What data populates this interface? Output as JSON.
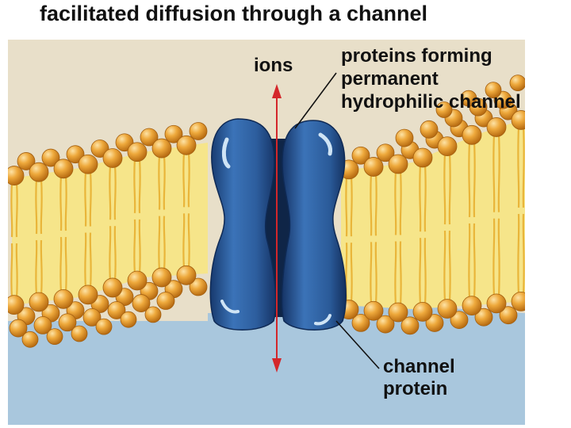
{
  "title": "facilitated diffusion through a channel",
  "labels": {
    "ions": "ions",
    "proteins_forming": [
      "proteins forming",
      "permanent",
      "hydrophilic channel"
    ],
    "channel_protein": [
      "channel",
      "protein"
    ]
  },
  "colors": {
    "extracellular": "#e8dfc9",
    "cytoplasm": "#a9c7dd",
    "lipid_head": "#e8a335",
    "lipid_tail_zone": "#f6e58a",
    "protein": "#2f5f9c",
    "arrow": "#d4262a"
  }
}
